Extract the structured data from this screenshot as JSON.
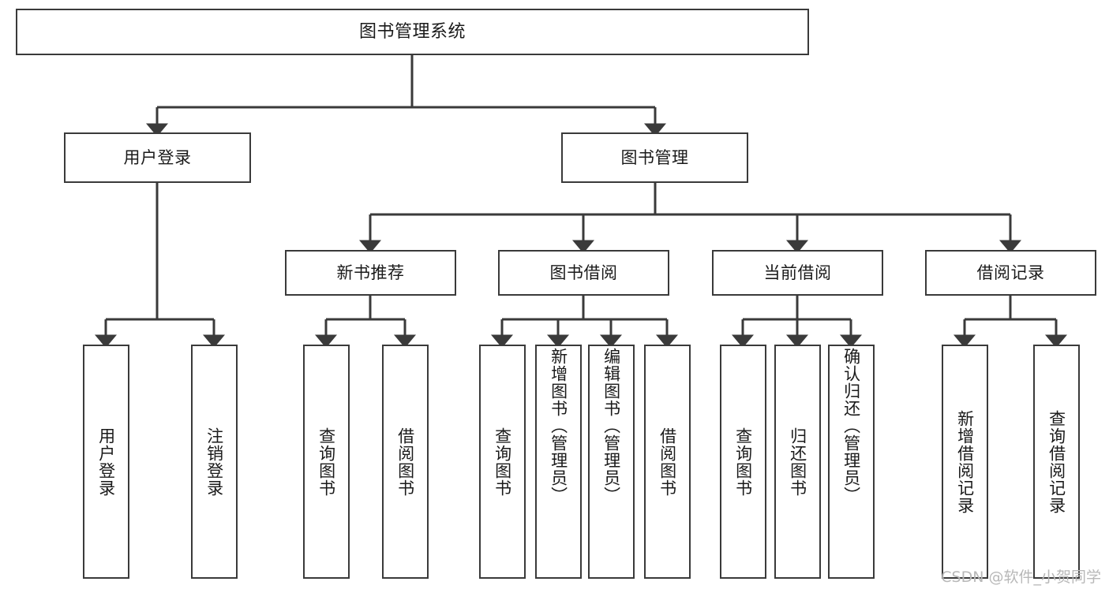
{
  "diagram": {
    "title": "图书管理系统",
    "type": "tree-hierarchy-diagram",
    "line_color": "#3a3a3a",
    "box_fill": "#ffffff",
    "text_color": "#1a1a1a"
  },
  "root": {
    "label": "图书管理系统"
  },
  "level2": [
    {
      "label": "用户登录"
    },
    {
      "label": "图书管理"
    }
  ],
  "level3": [
    {
      "label": "新书推荐"
    },
    {
      "label": "图书借阅"
    },
    {
      "label": "当前借阅"
    },
    {
      "label": "借阅记录"
    }
  ],
  "leaves": {
    "user_login": [
      {
        "label": "用户登录"
      },
      {
        "label": "注销登录"
      }
    ],
    "new_book_recommend": [
      {
        "label": "查询图书"
      },
      {
        "label": "借阅图书"
      }
    ],
    "book_borrow": [
      {
        "label": "查询图书"
      },
      {
        "label": "新增图书（管理员）"
      },
      {
        "label": "编辑图书（管理员）"
      },
      {
        "label": "借阅图书"
      }
    ],
    "current_borrow": [
      {
        "label": "查询图书"
      },
      {
        "label": "归还图书"
      },
      {
        "label": "确认归还（管理员）"
      }
    ],
    "borrow_record": [
      {
        "label": "新增借阅记录"
      },
      {
        "label": "查询借阅记录"
      }
    ]
  },
  "watermark": {
    "text": "CSDN @软件_小贺同学"
  }
}
